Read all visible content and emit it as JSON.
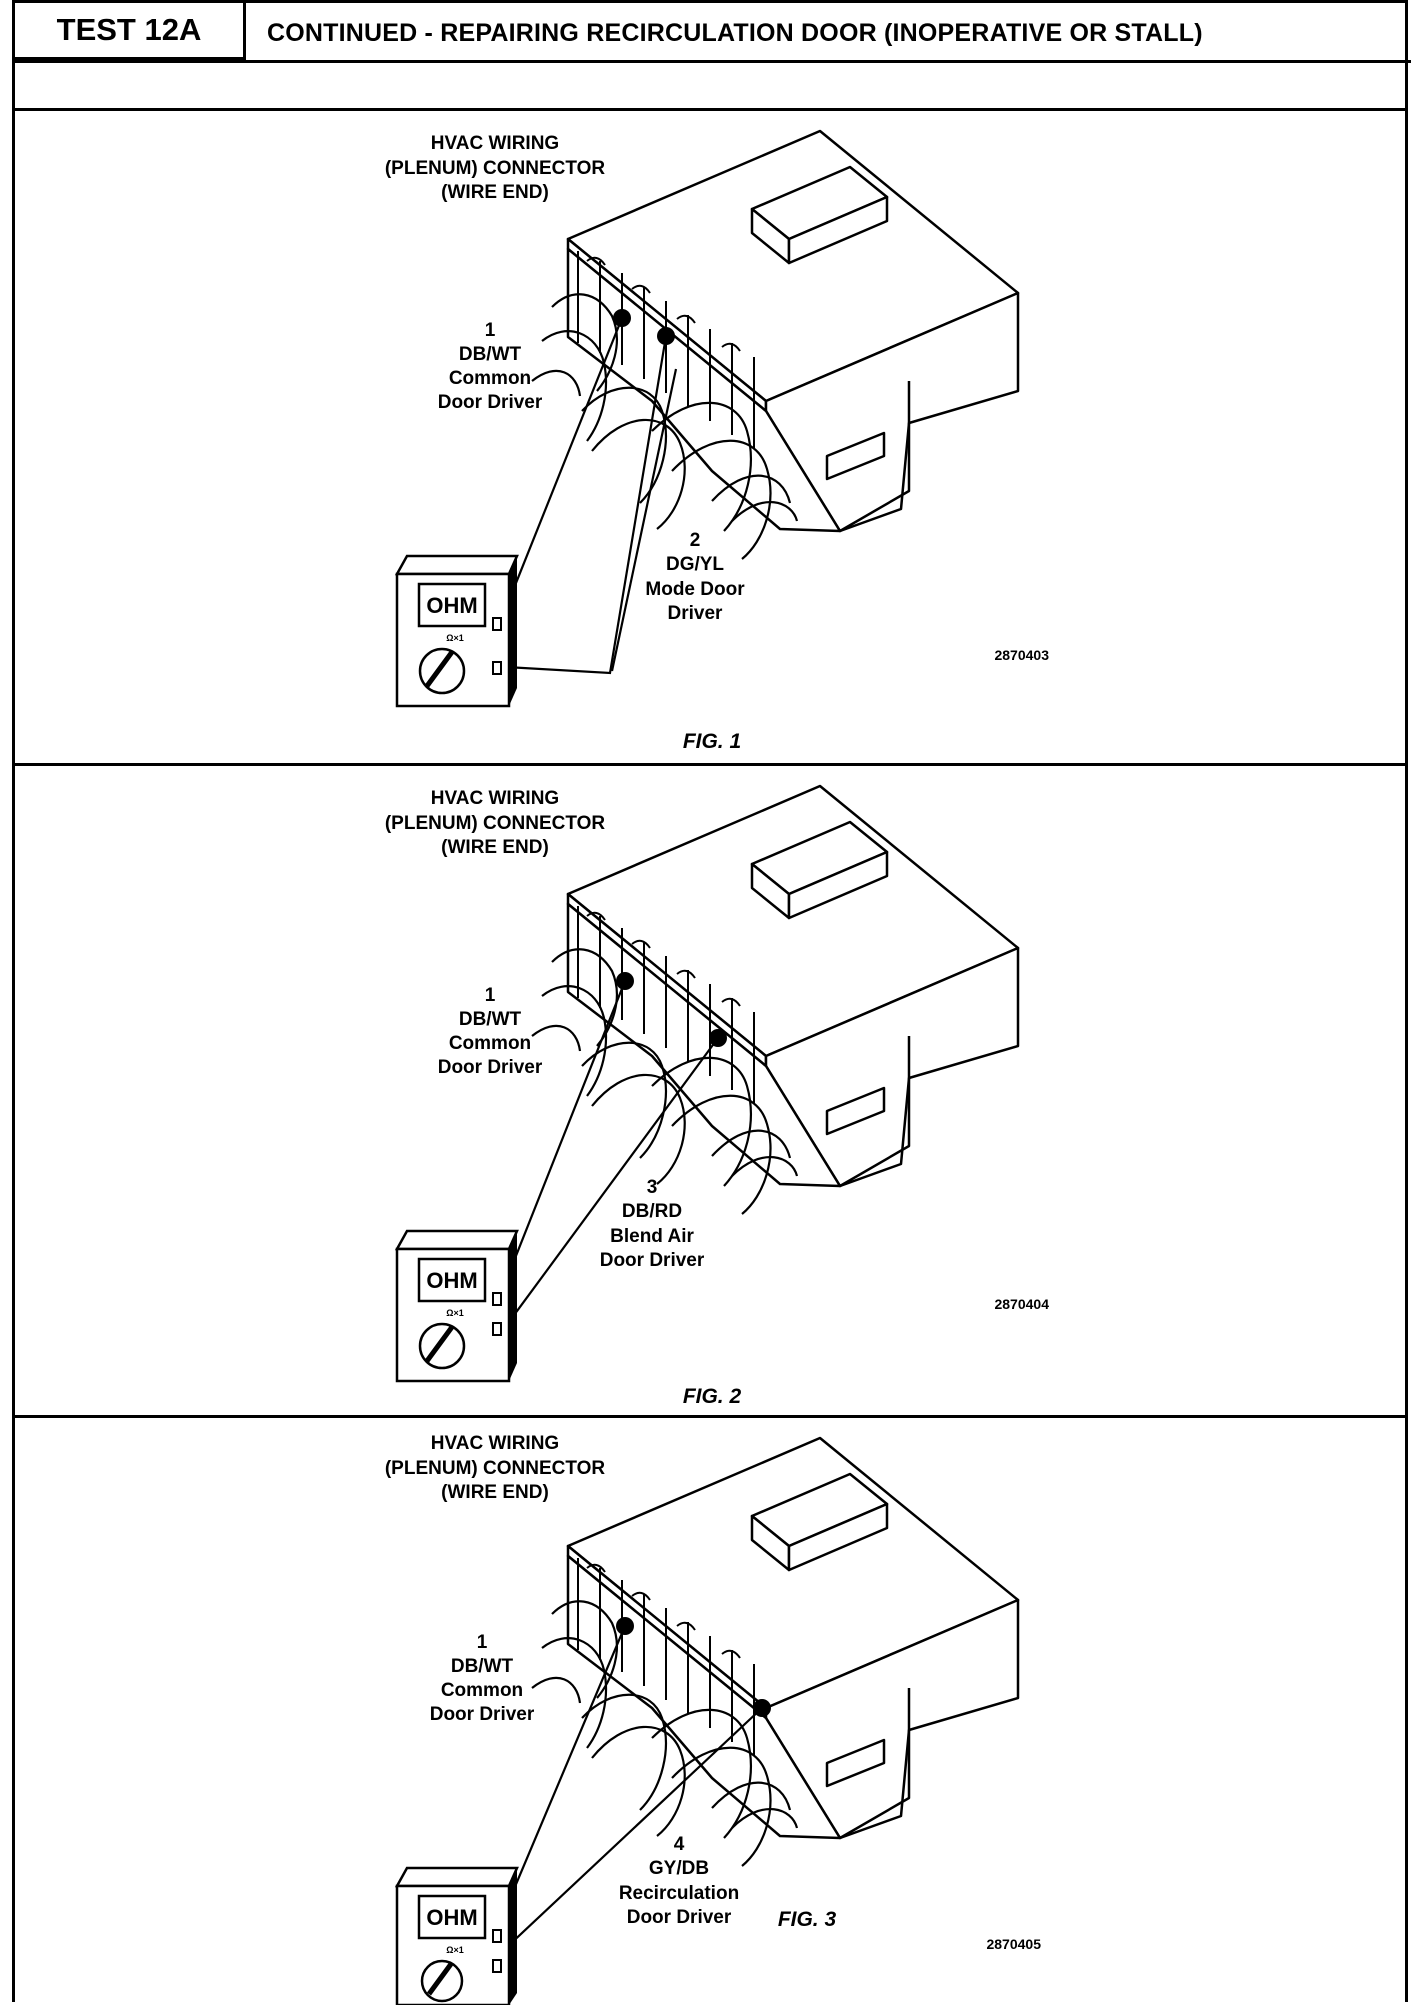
{
  "header": {
    "test_id": "TEST 12A",
    "title": "CONTINUED - REPAIRING RECIRCULATION DOOR (INOPERATIVE OR STALL)"
  },
  "figures": [
    {
      "connector_label": [
        "HVAC WIRING",
        "(PLENUM) CONNECTOR",
        "(WIRE END)"
      ],
      "pin_a": [
        "1",
        "DB/WT",
        "Common",
        "Door Driver"
      ],
      "pin_b": [
        "2",
        "DG/YL",
        "Mode Door",
        "Driver"
      ],
      "meter_display": "OHM",
      "meter_range": "Ω×1",
      "code": "2870403",
      "caption": "FIG. 1"
    },
    {
      "connector_label": [
        "HVAC WIRING",
        "(PLENUM) CONNECTOR",
        "(WIRE END)"
      ],
      "pin_a": [
        "1",
        "DB/WT",
        "Common",
        "Door Driver"
      ],
      "pin_b": [
        "3",
        "DB/RD",
        "Blend Air",
        "Door Driver"
      ],
      "meter_display": "OHM",
      "meter_range": "Ω×1",
      "code": "2870404",
      "caption": "FIG. 2"
    },
    {
      "connector_label": [
        "HVAC WIRING",
        "(PLENUM) CONNECTOR",
        "(WIRE END)"
      ],
      "pin_a": [
        "1",
        "DB/WT",
        "Common",
        "Door Driver"
      ],
      "pin_b": [
        "4",
        "GY/DB",
        "Recirculation",
        "Door Driver"
      ],
      "meter_display": "OHM",
      "meter_range": "Ω×1",
      "code": "2870405",
      "caption": "FIG. 3"
    }
  ]
}
